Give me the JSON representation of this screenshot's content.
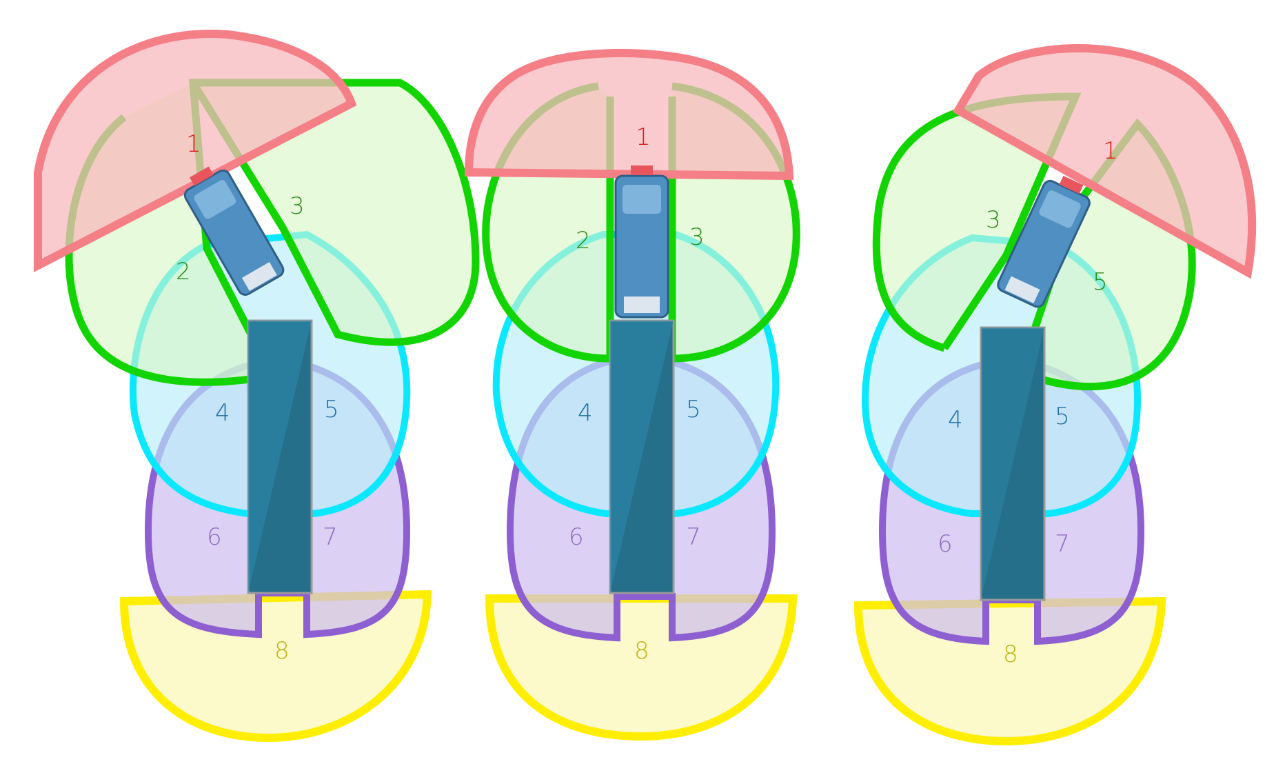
{
  "colors": {
    "zone_front": "#f47f86",
    "zone_front_fill": "#f8b9bd",
    "zone_side_front": "#12d400",
    "zone_side_front_fill": "#d7f7c4",
    "zone_side_mid": "#0ae8ff",
    "zone_side_mid_fill": "#b8eefb",
    "zone_side_rear": "#8e5fd0",
    "zone_side_rear_fill": "#cdbdf0",
    "zone_rear": "#ffee00",
    "zone_rear_fill": "#fbf7b4",
    "trailer": "#256f8a",
    "cab": "#4f8fc1",
    "label_red": "#e01818",
    "label_green": "#2f8c1c",
    "label_blue": "#1f6fa4",
    "label_purple": "#8a6cc4",
    "label_yellow": "#bdb214"
  },
  "panels": [
    {
      "name": "left-turn",
      "labels": {
        "l1": "1",
        "l2": "2",
        "l3": "3",
        "l4": "4",
        "l5": "5",
        "l6": "6",
        "l7": "7",
        "l8": "8"
      }
    },
    {
      "name": "straight",
      "labels": {
        "l1": "1",
        "l2": "2",
        "l3": "3",
        "l4": "4",
        "l5": "5",
        "l6": "6",
        "l7": "7",
        "l8": "8"
      }
    },
    {
      "name": "right-turn",
      "labels": {
        "l1": "1",
        "l2": "3",
        "l3": "5",
        "l4": "4",
        "l5": "5",
        "l6": "6",
        "l7": "7",
        "l8": "8"
      }
    }
  ]
}
